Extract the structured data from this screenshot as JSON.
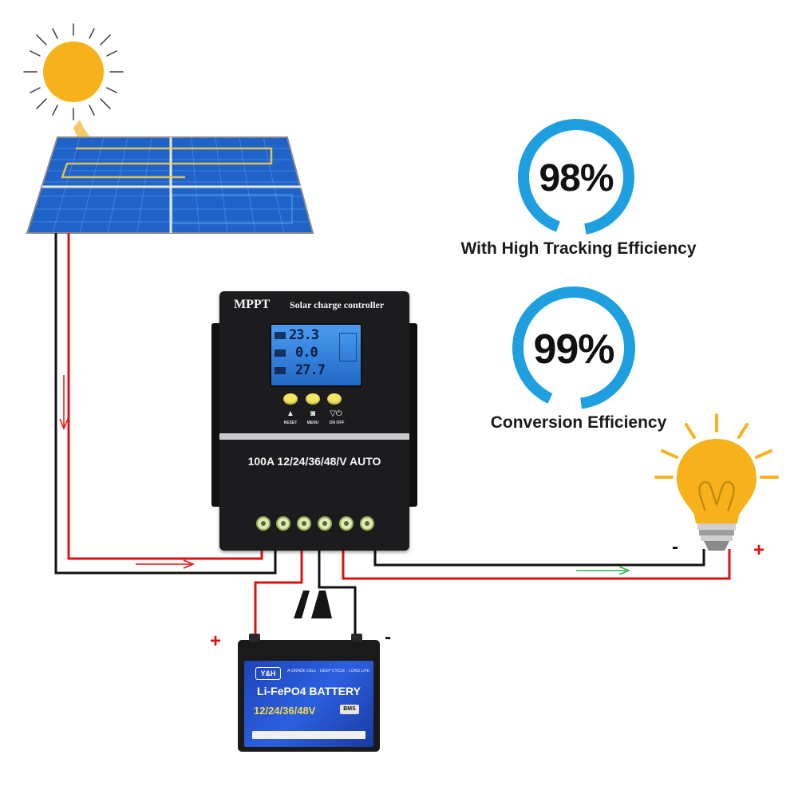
{
  "badges": [
    {
      "value": "98%",
      "caption": "With High Tracking Efficiency",
      "ring_color": "#1e9fe0"
    },
    {
      "value": "99%",
      "caption": "Conversion Efficiency",
      "ring_color": "#1e9fe0"
    }
  ],
  "controller": {
    "brand": "MPPT",
    "subtitle": "Solar charge controller",
    "lcd": {
      "row1": "23.3",
      "row2": "0.0",
      "row3": "27.7"
    },
    "buttons": [
      {
        "label": "RESET",
        "glyph": "▲"
      },
      {
        "label": "MENU",
        "glyph": "◙"
      },
      {
        "label": "ON OFF",
        "glyph": "▽⏻"
      }
    ],
    "spec": "100A 12/24/36/48/V AUTO",
    "body_color": "#1c1c1e"
  },
  "battery": {
    "brand": "Y&H",
    "tags": "A-GRADE CELL · DEEP CYCLE · LONG LIFE",
    "title": "Li-FePO4 BATTERY",
    "voltage": "12/24/36/48V",
    "bms": "BMS",
    "positive_sign": "+",
    "negative_sign": "-"
  },
  "load": {
    "negative_sign": "-",
    "positive_sign": "+"
  },
  "colors": {
    "wire_positive": "#e01010",
    "wire_negative": "#111111",
    "flow_arrow_load": "#2db84a",
    "sun": "#f7b21b",
    "bulb": "#f7b21b",
    "panel": "#1f63c9"
  }
}
